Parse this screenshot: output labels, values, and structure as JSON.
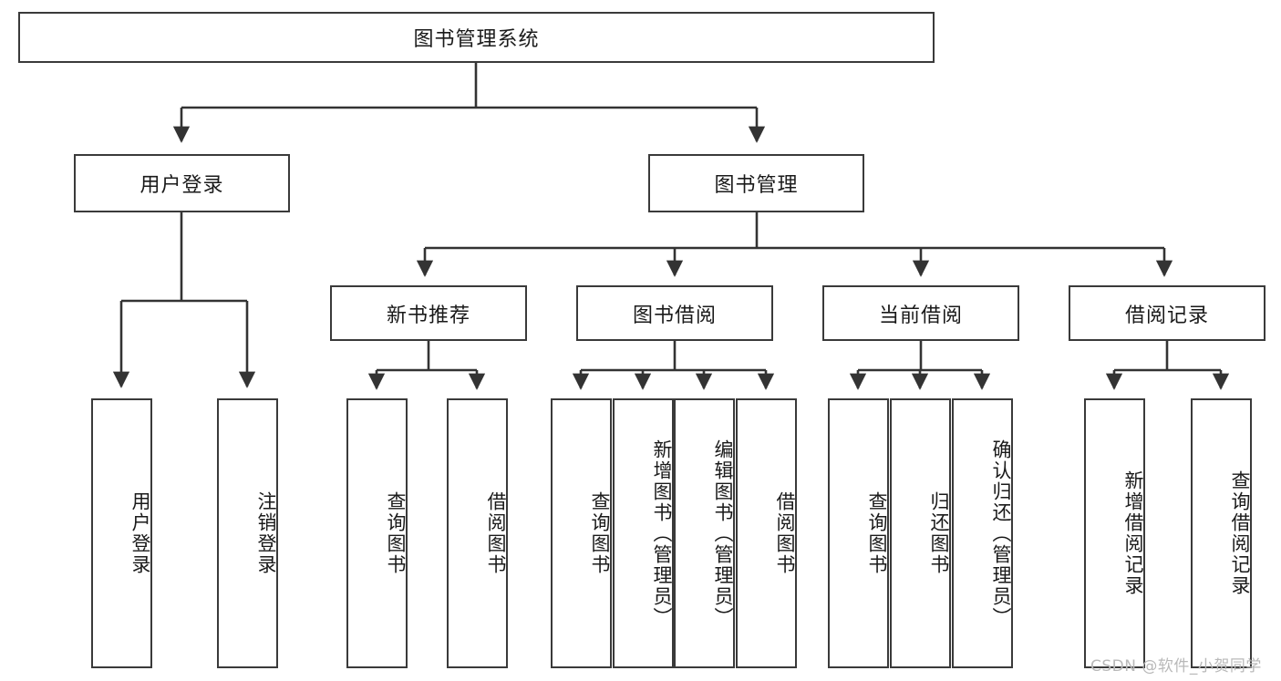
{
  "diagram": {
    "type": "tree",
    "title": "图书管理系统",
    "root": {
      "label": "图书管理系统"
    },
    "level2": [
      {
        "id": "user-login",
        "label": "用户登录"
      },
      {
        "id": "book-management",
        "label": "图书管理"
      }
    ],
    "level3": [
      {
        "id": "new-book-recommend",
        "label": "新书推荐",
        "parent": "book-management"
      },
      {
        "id": "book-borrow",
        "label": "图书借阅",
        "parent": "book-management"
      },
      {
        "id": "current-borrow",
        "label": "当前借阅",
        "parent": "book-management"
      },
      {
        "id": "borrow-record",
        "label": "借阅记录",
        "parent": "book-management"
      }
    ],
    "leaves": [
      {
        "id": "leaf-user-login",
        "label": "用户登录",
        "parent": "user-login"
      },
      {
        "id": "leaf-logout",
        "label": "注销登录",
        "parent": "user-login"
      },
      {
        "id": "leaf-query-book-1",
        "label": "查询图书",
        "parent": "new-book-recommend"
      },
      {
        "id": "leaf-borrow-book-1",
        "label": "借阅图书",
        "parent": "new-book-recommend"
      },
      {
        "id": "leaf-query-book-2",
        "label": "查询图书",
        "parent": "book-borrow"
      },
      {
        "id": "leaf-add-book",
        "label": "新增图书（管理员）",
        "parent": "book-borrow"
      },
      {
        "id": "leaf-edit-book",
        "label": "编辑图书（管理员）",
        "parent": "book-borrow"
      },
      {
        "id": "leaf-borrow-book-2",
        "label": "借阅图书",
        "parent": "book-borrow"
      },
      {
        "id": "leaf-query-book-3",
        "label": "查询图书",
        "parent": "current-borrow"
      },
      {
        "id": "leaf-return-book",
        "label": "归还图书",
        "parent": "current-borrow"
      },
      {
        "id": "leaf-confirm-return",
        "label": "确认归还（管理员）",
        "parent": "current-borrow"
      },
      {
        "id": "leaf-add-record",
        "label": "新增借阅记录",
        "parent": "borrow-record"
      },
      {
        "id": "leaf-query-record",
        "label": "查询借阅记录",
        "parent": "borrow-record"
      }
    ]
  },
  "watermark": {
    "text": "CSDN @软件_小贺同学"
  },
  "colors": {
    "box_border": "#3a3a3a",
    "box_fill": "#ffffff",
    "text": "#1a1a1a",
    "edge": "#333333",
    "watermark": "#b9b9b9",
    "background": "#ffffff"
  }
}
